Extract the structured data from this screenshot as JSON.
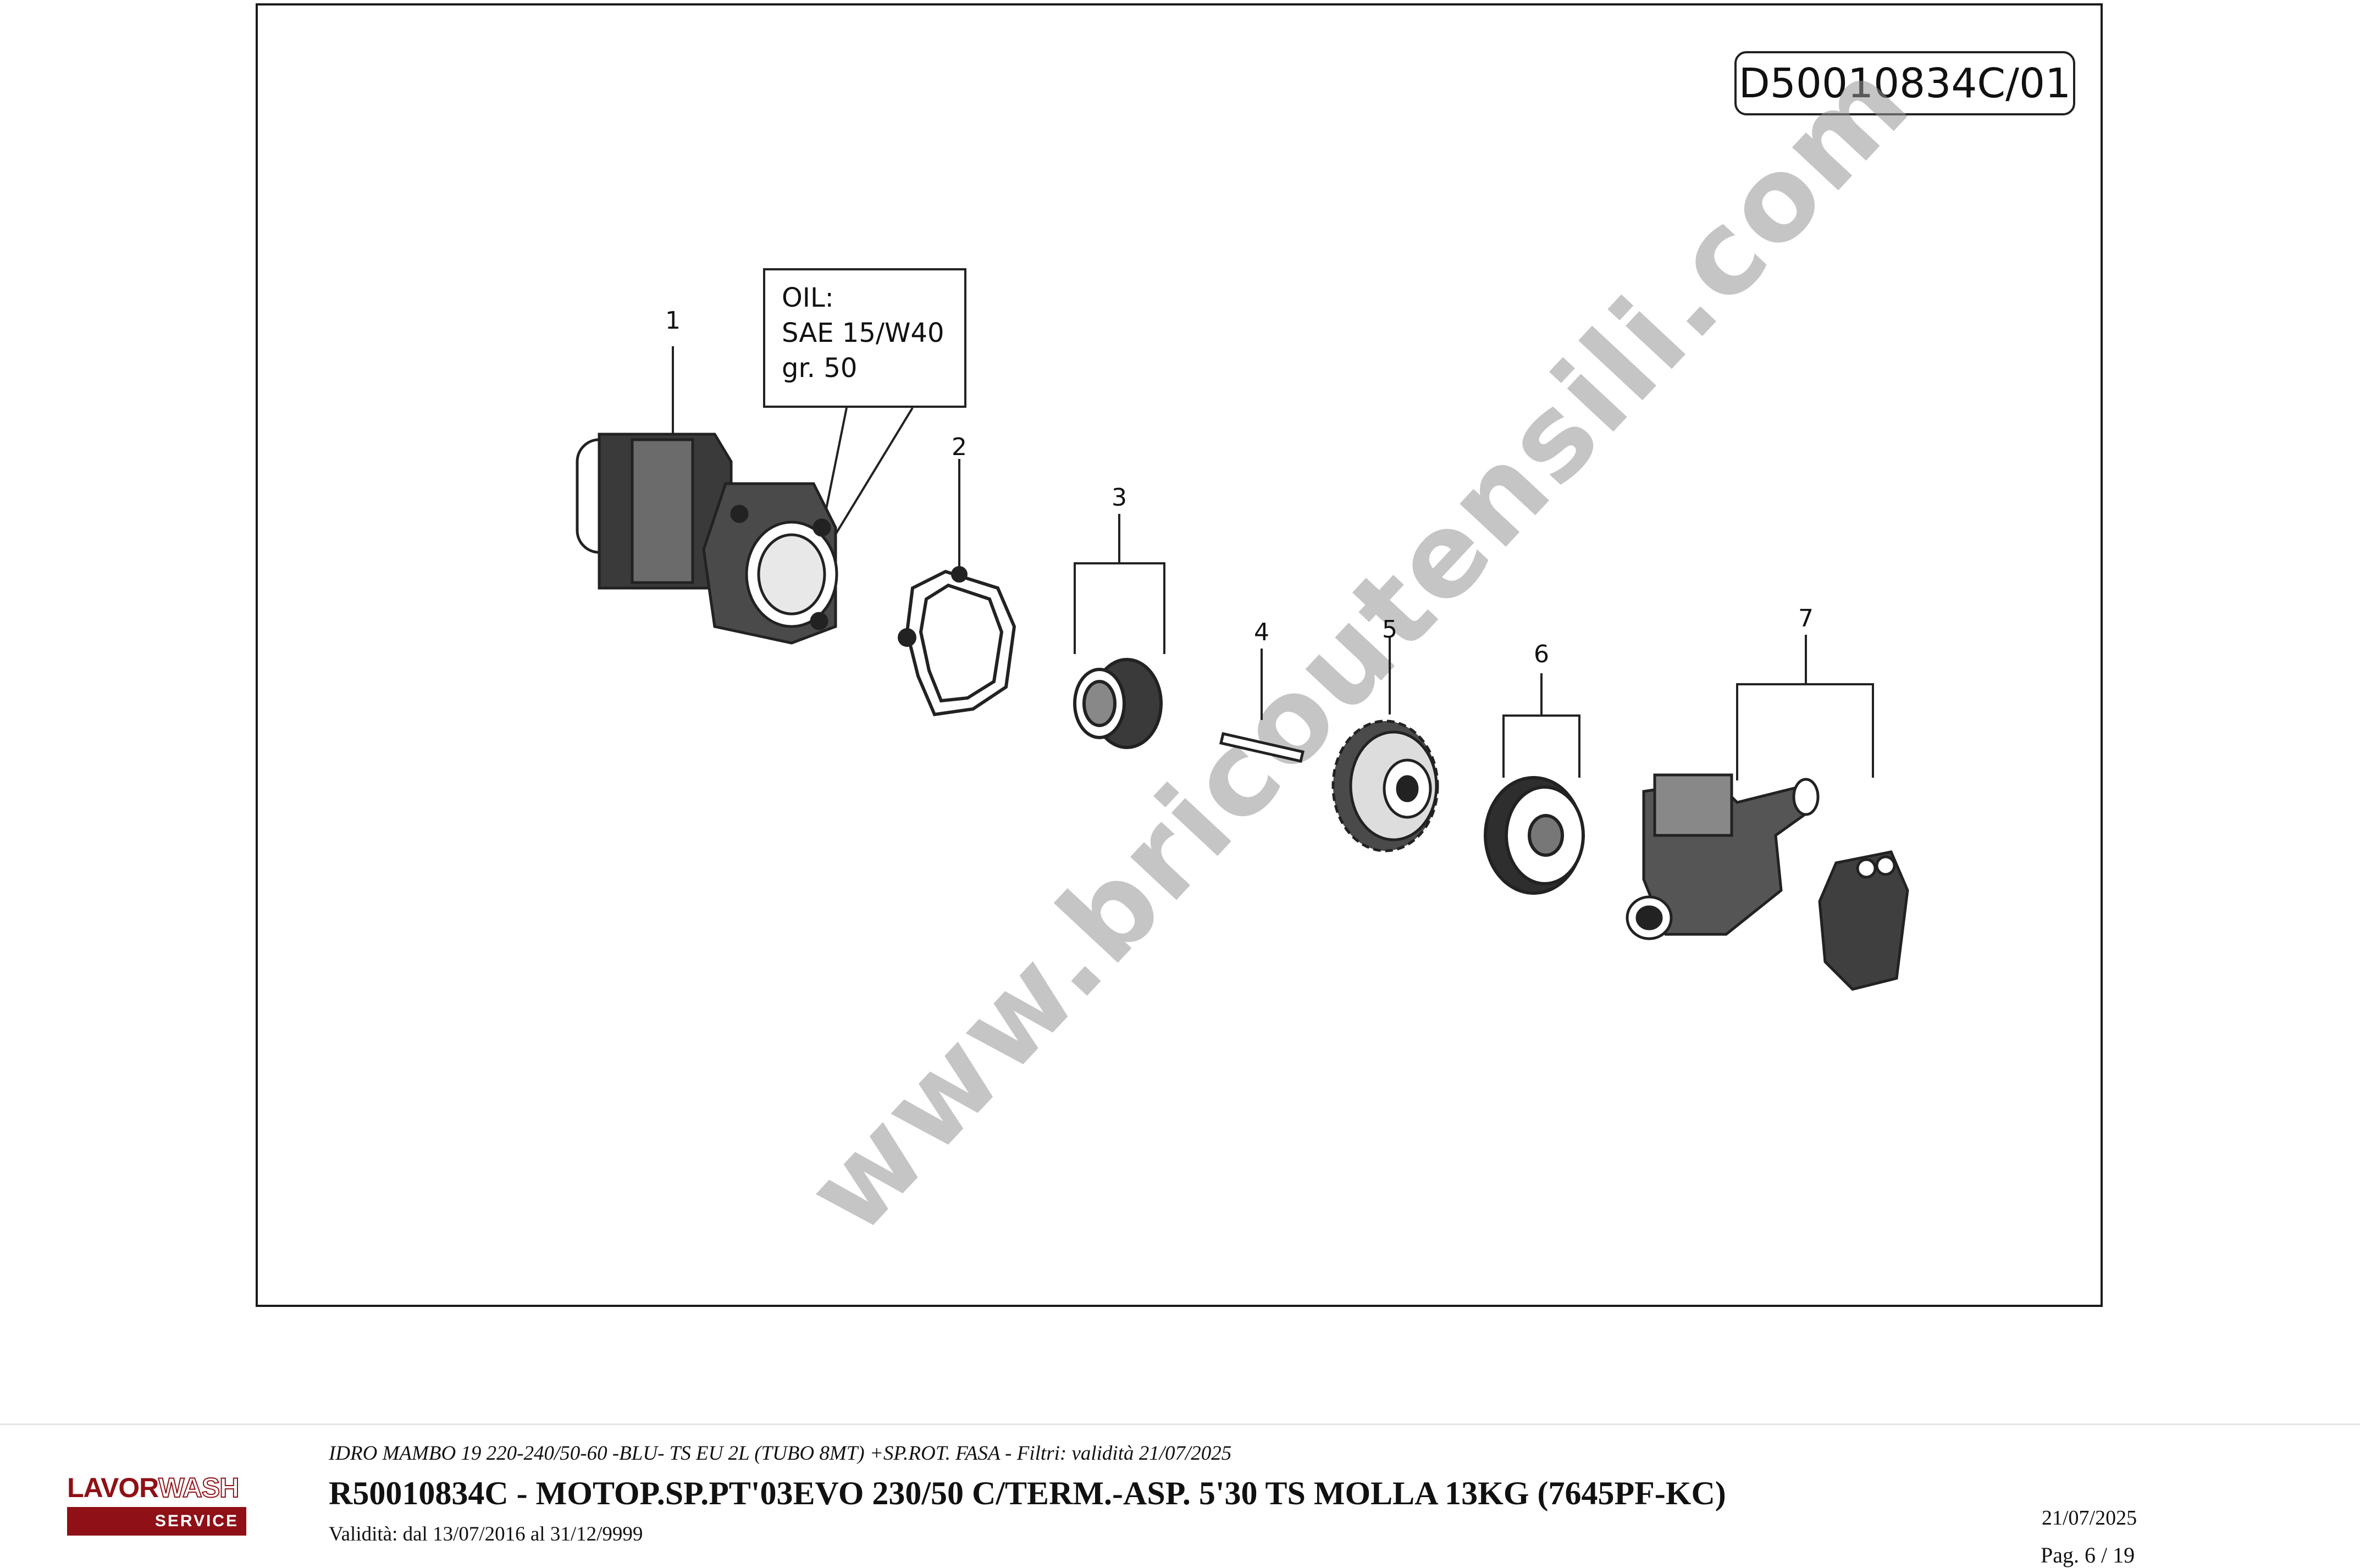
{
  "document_id": "D50010834C/01",
  "callouts": [
    "1",
    "2",
    "3",
    "4",
    "5",
    "6",
    "7"
  ],
  "oil_note": {
    "line1": "OIL:",
    "line2": "SAE 15/W40",
    "line3": "gr. 50"
  },
  "watermark": "www.bricoutensili.com",
  "logo": {
    "word_a": "LAVOR",
    "word_b": "WASH",
    "band": "SERVICE"
  },
  "footer": {
    "model_line": "IDRO MAMBO 19 220-240/50-60 -BLU- TS EU 2L (TUBO 8MT) +SP.ROT. FASA - Filtri: validità 21/07/2025",
    "part_title": "R50010834C - MOTOP.SP.PT'03EVO 230/50 C/TERM.-ASP. 5'30 TS MOLLA 13KG (7645PF-KC)",
    "validity": "Validità: dal 13/07/2016 al 31/12/9999",
    "date": "21/07/2025",
    "page": "Pag. 6 / 19"
  }
}
